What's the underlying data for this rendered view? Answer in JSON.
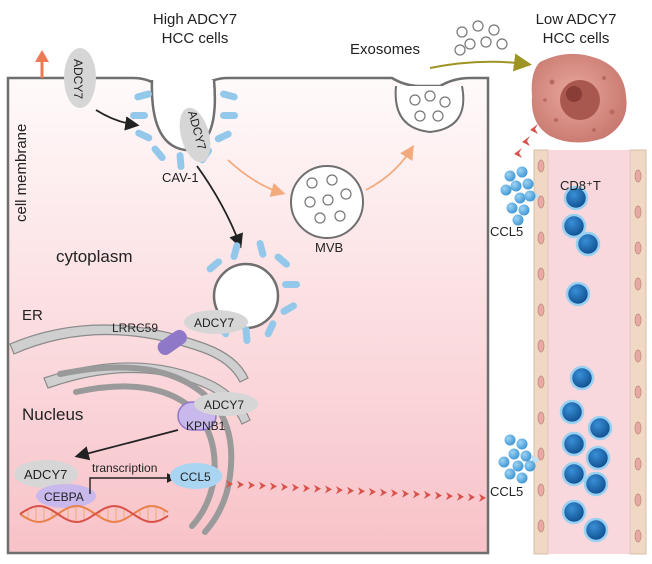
{
  "labels": {
    "high_title_1": "High ADCY7",
    "high_title_2": "HCC cells",
    "low_title_1": "Low ADCY7",
    "low_title_2": "HCC cells",
    "exosomes": "Exosomes",
    "cell_membrane": "cell membrane",
    "adcy7_membrane": "ADCY7",
    "adcy7_vesicle": "ADCY7",
    "cav1": "CAV-1",
    "mvb": "MVB",
    "cytoplasm": "cytoplasm",
    "er": "ER",
    "lrrc59": "LRRC59",
    "adcy7_er": "ADCY7",
    "nucleus": "Nucleus",
    "adcy7_nuc_import": "ADCY7",
    "kpnb1": "KPNB1",
    "adcy7_nucleus": "ADCY7",
    "cebpa": "CEBPA",
    "transcription": "transcription",
    "ccl5_nucleus": "CCL5",
    "ccl5_top": "CCL5",
    "ccl5_bottom": "CCL5",
    "cd8t": "CD8⁺T"
  },
  "colors": {
    "cell_fill_top": "#fff7f7",
    "cell_fill_bottom": "#f8c9cd",
    "membrane": "#6f6f6f",
    "caveolae_spike": "#93c8ea",
    "adcy7_oval": "#d6d6d6",
    "lrrc59": "#8f78c7",
    "kpnb1": "#c8b8ec",
    "ccl5": "#4aa3df",
    "ccl5_oval": "#a9d5f2",
    "arrow_orange": "#f3ab7e",
    "arrow_red": "#d9524a",
    "arrow_olive": "#9e9424",
    "tumor": "#d88980",
    "vessel_wall": "#efd8c4",
    "vessel_lumen": "#f8d8dc",
    "tcell": "#1f6fb4"
  }
}
